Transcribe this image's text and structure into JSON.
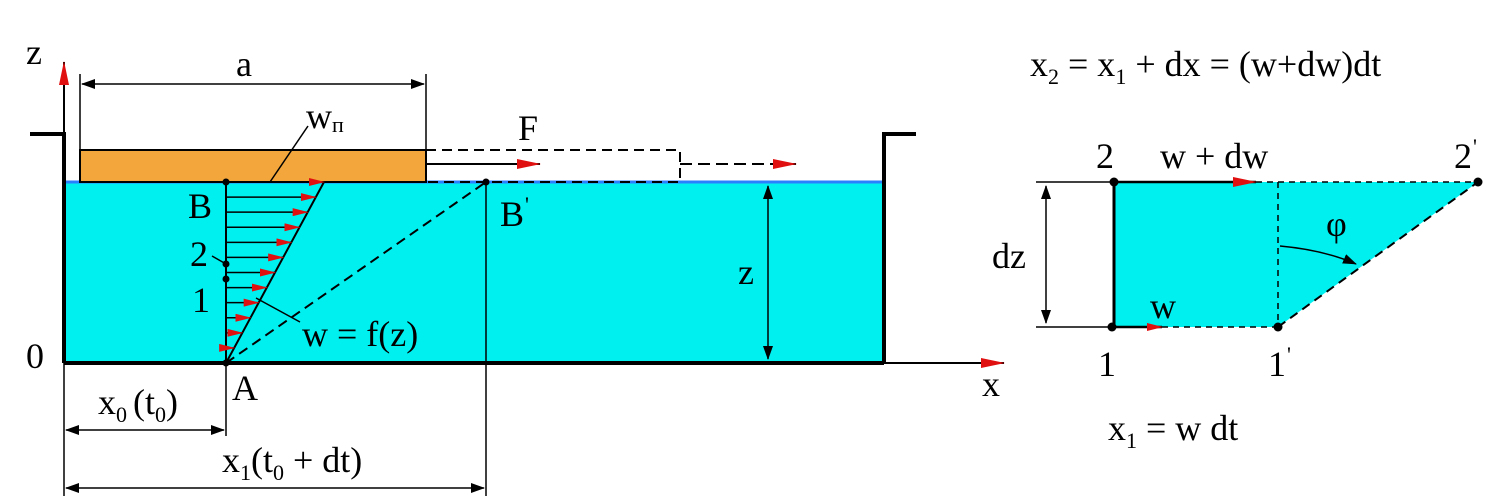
{
  "colors": {
    "water": "#00f0f0",
    "water_surface": "#2a7fff",
    "plate": "#f2a63c",
    "arrow_head": "#e01010",
    "line": "#000000"
  },
  "left": {
    "axis_z": "z",
    "axis_x": "x",
    "origin": "0",
    "width_label": "a",
    "plate_velocity": "w",
    "plate_velocity_sub": "п",
    "force": "F",
    "point_B": "B",
    "point_B_prime": "B",
    "prime": "'",
    "point_A": "A",
    "point_1": "1",
    "point_2": "2",
    "depth_label": "z",
    "profile_label": "w = f(z)",
    "x0_main": "x",
    "x0_sub": "0",
    "x0_arg_open": "(t",
    "x0_arg_sub": "0",
    "x0_arg_close": ")",
    "x1_main": "x",
    "x1_sub": "1",
    "x1_arg_open": "(t",
    "x1_arg_sub": "0",
    "x1_arg_close": " + dt)"
  },
  "right": {
    "eq_top_x": "x",
    "eq_top_sub": "2",
    "eq_top_rest": " = x",
    "eq_top_sub2": "1",
    "eq_top_tail": " + dx = (w+dw)dt",
    "eq_bottom_x": "x",
    "eq_bottom_sub": "1",
    "eq_bottom_tail": " = w dt",
    "point_1": "1",
    "point_2": "2",
    "point_1_prime": "1",
    "point_2_prime": "2",
    "prime": "'",
    "top_velocity": "w + dw",
    "bottom_velocity": "w",
    "height_label": "dz",
    "angle_label": "φ"
  }
}
